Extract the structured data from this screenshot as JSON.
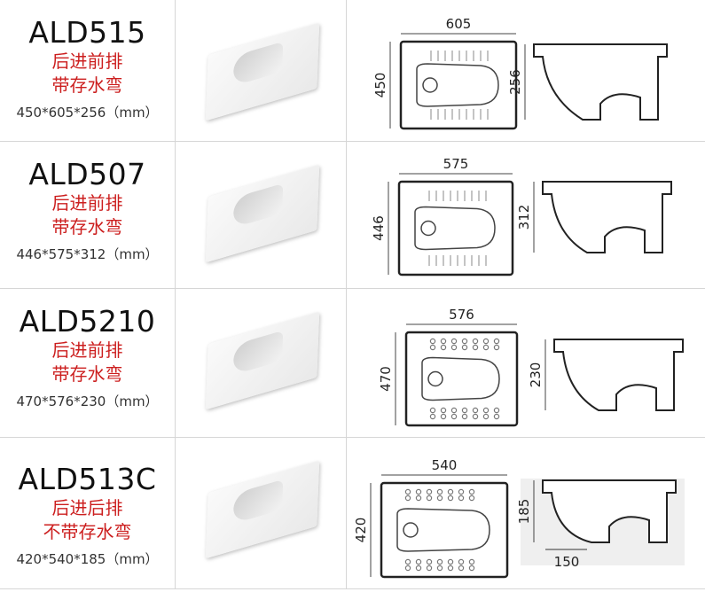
{
  "rows": [
    {
      "model": "ALD515",
      "feature_1": "后进前排",
      "feature_2": "带存水弯",
      "dimensions": "450*605*256（mm）",
      "plan_width": "605",
      "plan_depth": "450",
      "side_height": "256"
    },
    {
      "model": "ALD507",
      "feature_1": "后进前排",
      "feature_2": "带存水弯",
      "dimensions": "446*575*312（mm）",
      "plan_width": "575",
      "plan_depth": "446",
      "side_height": "312"
    },
    {
      "model": "ALD5210",
      "feature_1": "后进前排",
      "feature_2": "带存水弯",
      "dimensions": "470*576*230（mm）",
      "plan_width": "576",
      "plan_depth": "470",
      "side_height": "230"
    },
    {
      "model": "ALD513C",
      "feature_1": "后进后排",
      "feature_2": "不带存水弯",
      "dimensions": "420*540*185（mm）",
      "plan_width": "540",
      "plan_depth": "420",
      "side_height": "185",
      "side_length": "150"
    }
  ],
  "colors": {
    "feature_text": "#cc1f1f",
    "model_text": "#111111",
    "grid_line": "#d6d6d6"
  }
}
